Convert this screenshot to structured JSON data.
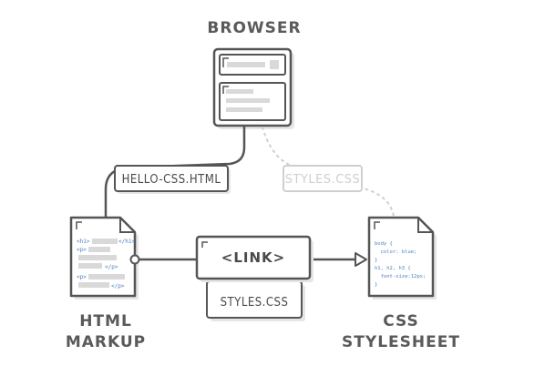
{
  "browser": {
    "title": "BROWSER"
  },
  "html_file_tag": {
    "label": "HELLO-CSS.HTML"
  },
  "faded_css_tag": {
    "label": "STYLES.CSS"
  },
  "link_box": {
    "label": "<LINK>",
    "attribute": "STYLES.CSS"
  },
  "html_doc": {
    "title_line1": "HTML",
    "title_line2": "MARKUP",
    "tags": [
      "<h1>",
      "</h1>",
      "<p>",
      "</p>",
      "<p>",
      "</p>"
    ]
  },
  "css_doc": {
    "title_line1": "CSS",
    "title_line2": "STYLESHEET",
    "code_lines": [
      "body {",
      "  color: blue;",
      "}",
      "h1, h2, h3 {",
      "  font-size:12px;",
      "}"
    ]
  },
  "colors": {
    "stroke": "#555555",
    "placeholder": "#d9d9d9",
    "faded": "#cfcfcf",
    "code": "#4a7fc0",
    "shadow": "#e6e6e6"
  }
}
